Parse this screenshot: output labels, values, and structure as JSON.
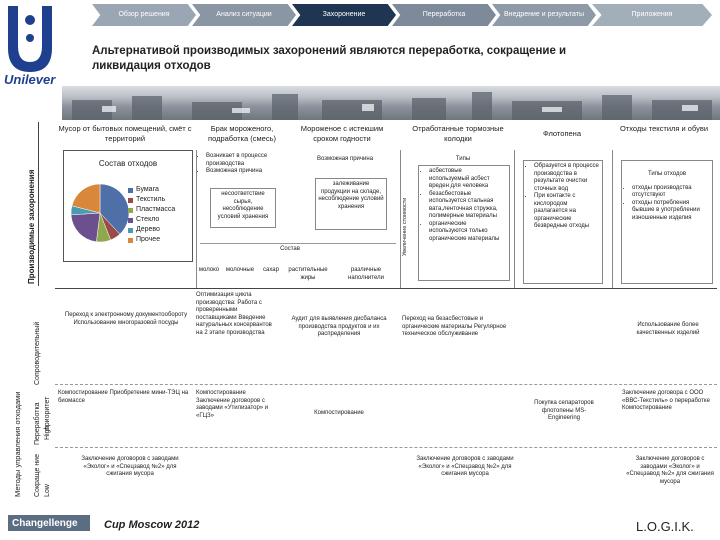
{
  "nav": {
    "tabs": [
      {
        "label": "Обзор решения",
        "color": "#9aa6b3"
      },
      {
        "label": "Анализ ситуации",
        "color": "#8a96a4"
      },
      {
        "label": "Захоронение",
        "color": "#1f3552"
      },
      {
        "label": "Переработка",
        "color": "#7d8a99"
      },
      {
        "label": "Внедрение и результаты",
        "color": "#8e9aa8"
      },
      {
        "label": "Приложения",
        "color": "#a3aebb"
      }
    ]
  },
  "brand": {
    "name": "Unilever",
    "color": "#1f3f8f"
  },
  "title": "Альтернативой производимых захоронений являются переработка, сокращение и ликвидация отходов",
  "side_labels": {
    "top": "Производимые захоронения",
    "methods": "Методы управления отходами",
    "supplier": "Сопроводительный",
    "processing": "Переработка",
    "high": "High",
    "reduction": "Сокраще ние",
    "low": "Low",
    "priority": "приоритет"
  },
  "columns": [
    "Мусор от бытовых помещений, смёт с территорий",
    "Брак мороженого, подработка (смесь)",
    "Мороженое с истекшим сроком годности",
    "Отработанные тормозные колодки",
    "Флотопена",
    "Отходы текстиля и обуви"
  ],
  "composition": {
    "title": "Состав отходов",
    "legend": [
      "Бумага",
      "Текстиль",
      "Пластмасса",
      "Стекло",
      "Дерево",
      "Прочее"
    ]
  },
  "chart_data": {
    "type": "pie",
    "title": "Состав отходов",
    "categories": [
      "Бумага",
      "Текстиль",
      "Пластмасса",
      "Стекло",
      "Дерево",
      "Прочее"
    ],
    "values": [
      38,
      6,
      8,
      22,
      5,
      21
    ],
    "colors": [
      "#4f6fa8",
      "#9b4a4a",
      "#8fa84a",
      "#6b4f8f",
      "#4a9ab0",
      "#d9873a"
    ]
  },
  "icecream": {
    "left_bullets": [
      "Возникает в процессе производства",
      "Возможная причина"
    ],
    "right_head": "Возможная причина",
    "left_box": "несоответствие сырья, несоблюдение условий хранения",
    "right_box": "залеживание продукции на складе, несоблюдение условий хранения",
    "composition_label": "Состав",
    "composition_items": [
      "молоко",
      "молочные",
      "сахар",
      "растительные жиры",
      "различные наполнители"
    ]
  },
  "brakes": {
    "axis": "Увеличение стоимости",
    "types": "Типы",
    "bullets": [
      "асбестовые",
      "используемый асбест вреден для человека",
      "безасбестовые",
      "используется стальная вата,ленточная стружка, полимерные материалы",
      "органические",
      "используются только органические материалы"
    ]
  },
  "flotopena": {
    "bullets": [
      "Образуется в процессе производства в результате очистки сточных вод",
      "При контакте с кислородом разлагается на органические безвредные отходы"
    ]
  },
  "textile": {
    "types": "Типы отходов",
    "bullets": [
      "отходы производства отсутствуют",
      "отходы потребления бывшие в употреблении изношенные изделия"
    ]
  },
  "row2": {
    "c1": "Переход к электронному документообороту Использование многоразовой посуды",
    "c2": "Оптимизация цикла производства: Работа с проверенными поставщиками Введение натуральных консервантов на 2 этапе производства",
    "c3": "Аудит для выявления дисбаланса производства продуктов и их распределения",
    "c4": "Переход на безасбестовые и органические материалы Регулярное техническое обслуживание",
    "c6": "Использование более качественных изделий"
  },
  "row3": {
    "c1": "Компостирование Приобретение мини-ТЭЦ на биомассе",
    "c2": "Компостирование Заключение договоров с заводами «Утилизатор» и «ГЦЗ»",
    "c3": "Компостирование",
    "c5": "Покупка сепараторов флотопены MS-Engineering",
    "c6": "Заключение договора с ООО «ВВС-Текстиль» о переработке Компостирование"
  },
  "row4": {
    "c1": "Заключение договоров с заводами «Эколог» и «Спецзавод №2» для сжигания мусора",
    "c4": "Заключение договоров с заводами «Эколог» и «Спецзавод №2» для сжигания мусора",
    "c6": "Заключение договоров с заводами «Эколог» и «Спецзавод №2» для сжигания мусора"
  },
  "footer": {
    "logo": "Changellenge",
    "cup": "Cup Moscow 2012",
    "team": "L.O.G.I.K."
  }
}
